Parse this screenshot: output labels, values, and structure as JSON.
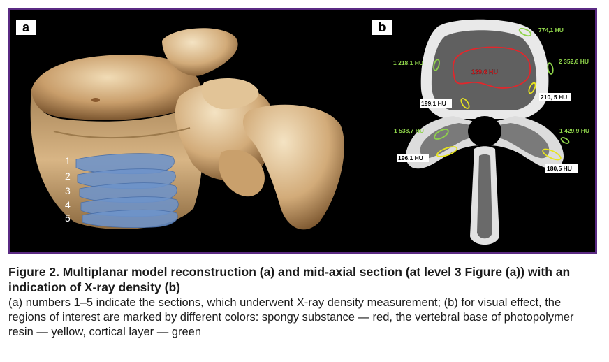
{
  "panel_a": {
    "label": "a",
    "section_numbers": [
      "1",
      "2",
      "3",
      "4",
      "5"
    ]
  },
  "panel_b": {
    "label": "b",
    "measurements": {
      "spongy": "139,6 HU",
      "green_top": "774,1 HU",
      "green_left_upper": "1 218,1 HU",
      "green_right_upper": "2 352,6 HU",
      "green_left_lower": "1 538,7 HU",
      "green_right_lower": "1 429,9 HU",
      "yellow_right_upper": "210, 5 HU",
      "yellow_left_upper": "199,1 HU",
      "yellow_left_lower": "196,1 HU",
      "yellow_right_lower": "180,5 HU"
    },
    "colors": {
      "spongy": "#e3262b",
      "photopolymer": "#e8e51e",
      "cortical": "#8ed34a"
    }
  },
  "caption": {
    "title": "Figure 2. Multiplanar model reconstruction (a) and mid-axial section (at level 3 Figure (a)) with an indication of X-ray density (b)",
    "body": "(a) numbers 1–5 indicate the sections, which underwent X-ray density measurement; (b) for visual effect, the regions of interest are marked by different colors: spongy substance — red, the vertebral base of photopolymer resin — yellow, cortical layer — green"
  }
}
